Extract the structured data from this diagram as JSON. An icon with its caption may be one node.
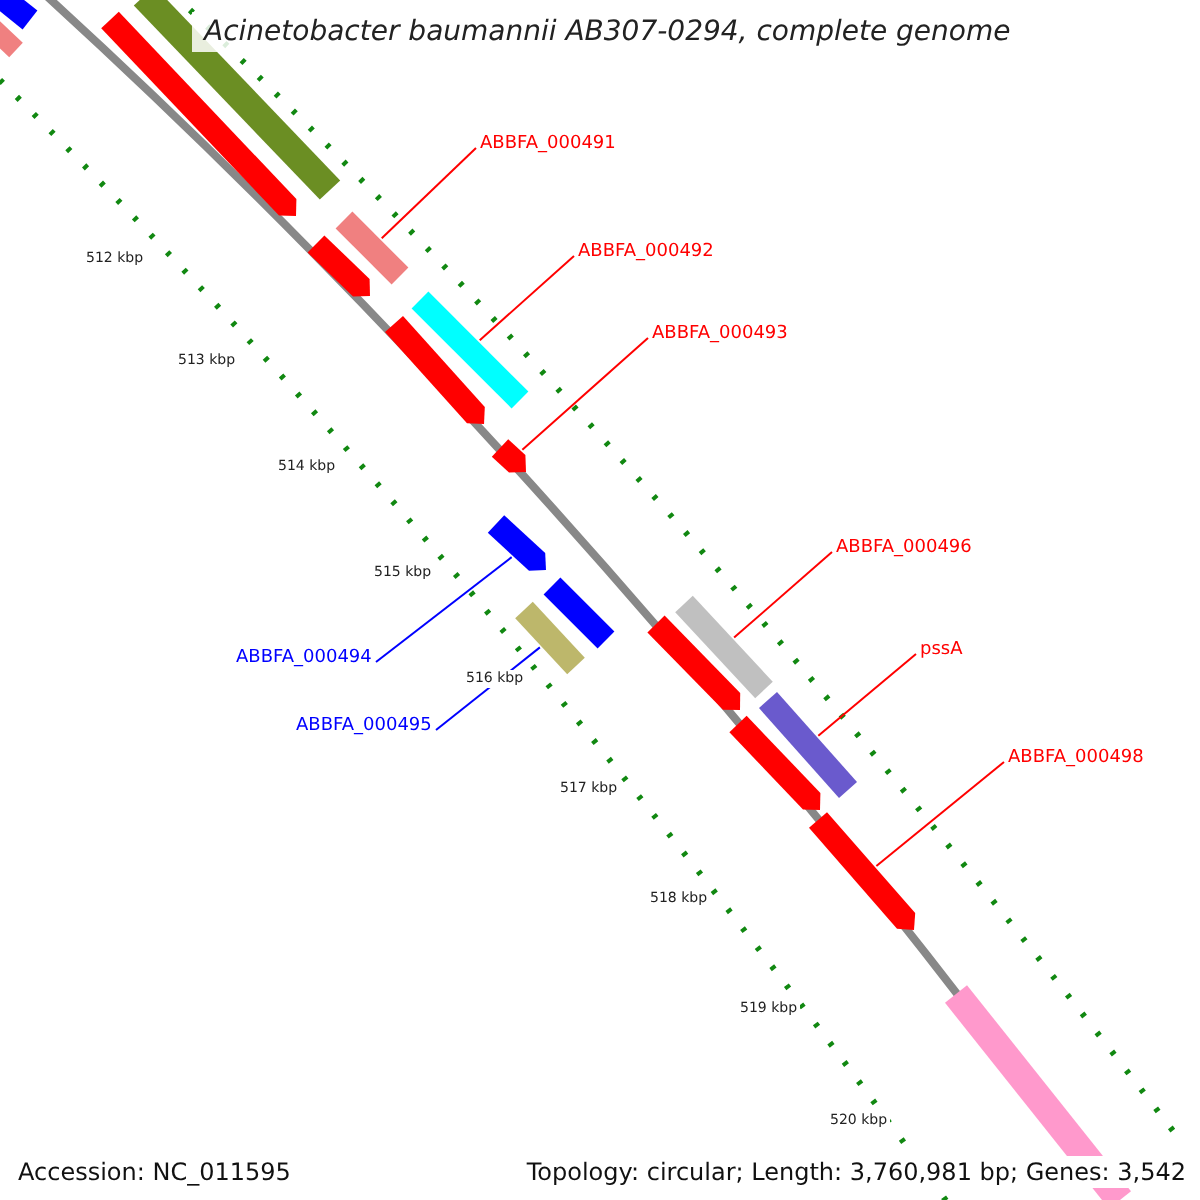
{
  "diagram": {
    "title": "Acinetobacter baumannii AB307-0294, complete genome",
    "nodes": [
      {
        "text": [
          "ABBFA_000491"
        ]
      },
      {
        "text": [],
        "shape": "bar"
      },
      {
        "text": [
          "ABBFA_000492"
        ]
      },
      {
        "text": [],
        "shape": "bar"
      },
      {
        "text": [
          "ABBFA_000493"
        ]
      },
      {
        "text": [],
        "shape": "bar"
      },
      {
        "text": [
          "ABBFA_000496"
        ]
      },
      {
        "text": [],
        "shape": "bar"
      },
      {
        "text": [
          "pssA"
        ]
      },
      {
        "text": [],
        "shape": "bar"
      },
      {
        "text": [
          "ABBFA_000498"
        ]
      },
      {
        "text": [],
        "shape": "bar"
      },
      {
        "text": [
          "ABBFA_000494"
        ]
      },
      {
        "text": [],
        "shape": "bar"
      },
      {
        "text": [
          "ABBFA_000495"
        ]
      },
      {
        "text": [],
        "shape": "bar"
      },
      {
        "text": [],
        "shape": "bar"
      },
      {
        "text": [],
        "shape": "bar"
      },
      {
        "text": [],
        "shape": "bar"
      },
      {
        "text": [],
        "shape": "bar"
      },
      {
        "text": [],
        "shape": "bar"
      },
      {
        "text": [],
        "shape": "bar"
      },
      {
        "text": [],
        "shape": "bar"
      },
      {
        "text": [],
        "shape": "bar"
      },
      {
        "text": [],
        "shape": "bar"
      },
      {
        "text": [],
        "shape": "bar"
      }
    ],
    "edges": [
      {
        "from": 0,
        "to": 1,
        "arrow": "none"
      },
      {
        "from": 2,
        "to": 3,
        "arrow": "none"
      },
      {
        "from": 4,
        "to": 5,
        "arrow": "none"
      },
      {
        "from": 6,
        "to": 7,
        "arrow": "none"
      },
      {
        "from": 8,
        "to": 9,
        "arrow": "none"
      },
      {
        "from": 10,
        "to": 11,
        "arrow": "none"
      },
      {
        "from": 12,
        "to": 13,
        "arrow": "none",
        "color": "#0000ff"
      },
      {
        "from": 14,
        "to": 15,
        "arrow": "none",
        "color": "#0000ff"
      }
    ],
    "labels": [
      "512 kbp",
      "513 kbp",
      "514 kbp",
      "515 kbp",
      "516 kbp",
      "517 kbp",
      "518 kbp",
      "519 kbp",
      "520 kbp",
      "Accession: NC_011595",
      "Topology: circular; Length: 3,760,981 bp; Genes: 3,542"
    ]
  }
}
